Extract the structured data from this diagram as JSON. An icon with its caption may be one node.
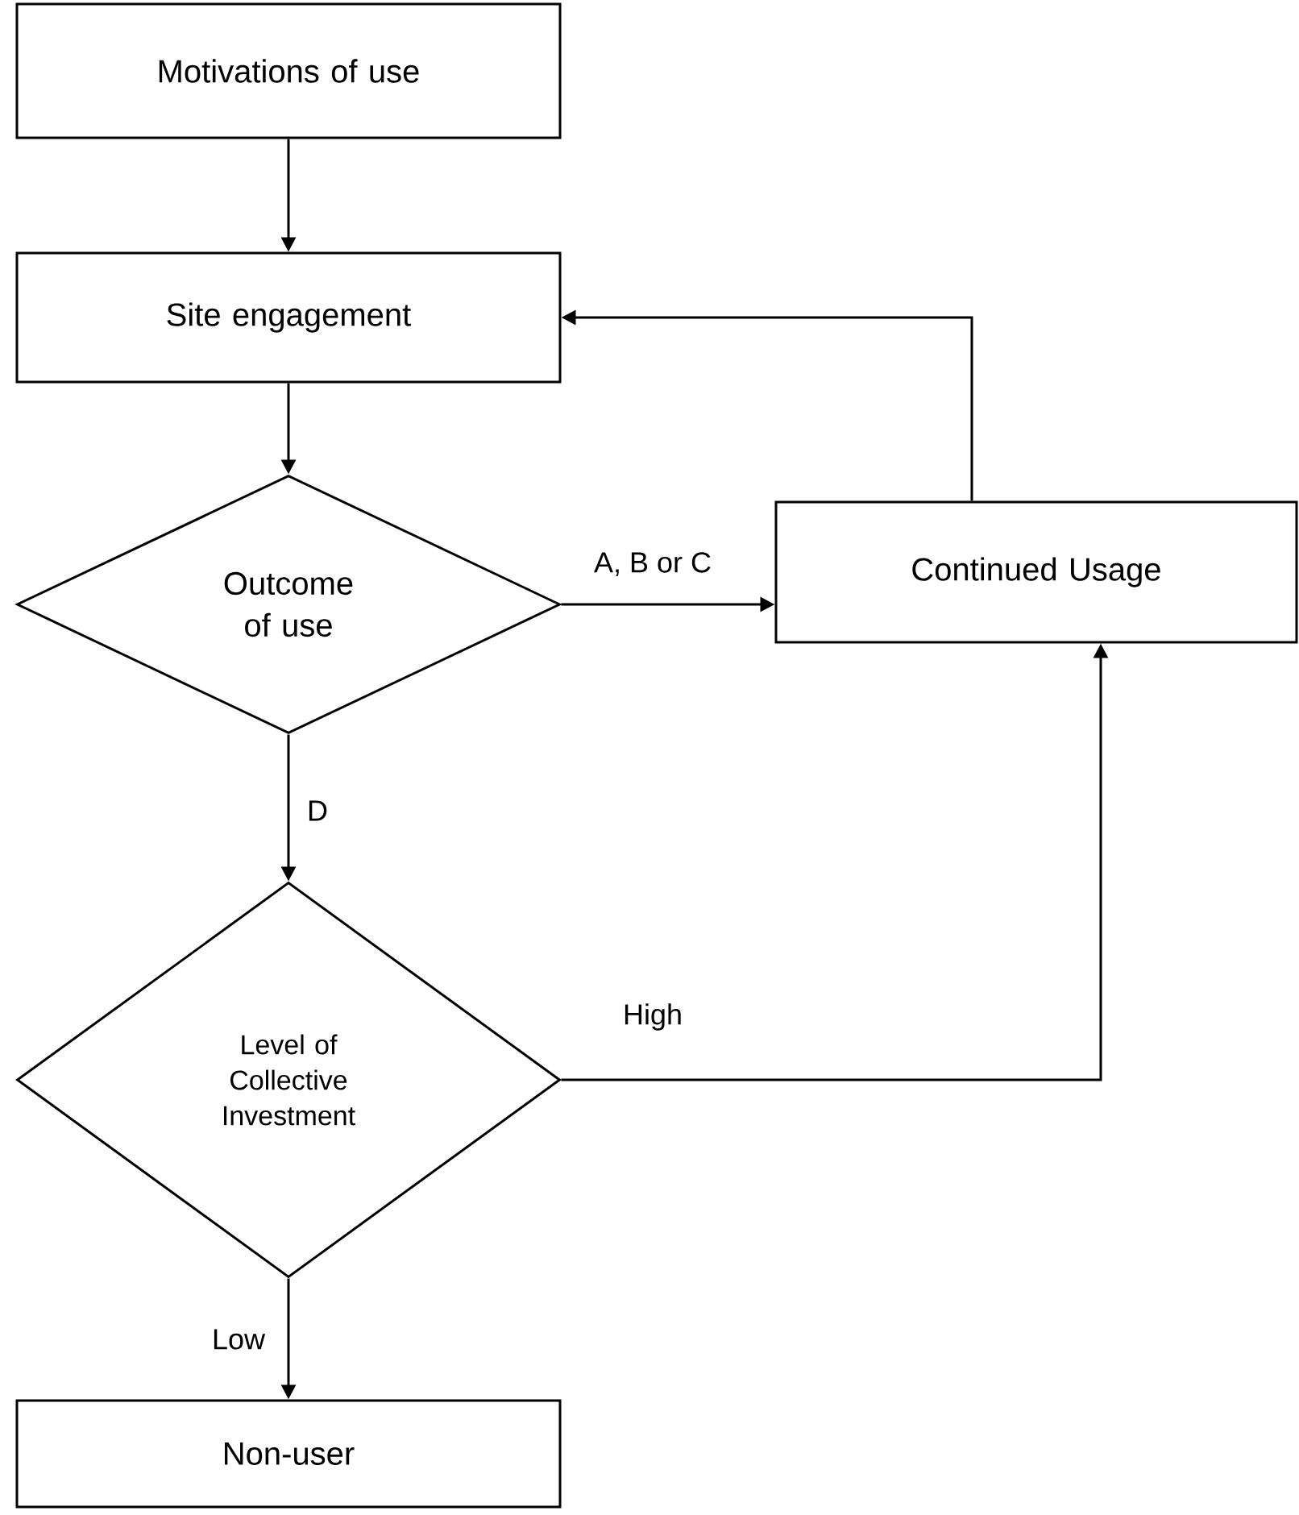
{
  "diagram": {
    "nodes": [
      {
        "text": [
          "Motivations of use"
        ]
      },
      {
        "text": [
          "Site engagement"
        ]
      },
      {
        "text": [
          "Outcome of use"
        ]
      },
      {
        "text": [
          "Continued Usage"
        ]
      },
      {
        "text": [
          "Level of Collective Investment"
        ]
      },
      {
        "text": [
          "Non-user"
        ]
      }
    ],
    "edges": [
      {
        "from": 0,
        "to": 1,
        "arrow": "to"
      },
      {
        "from": 1,
        "to": 2,
        "arrow": "to"
      },
      {
        "from": 2,
        "to": 3,
        "arrow": "to",
        "label": "A, B or C"
      },
      {
        "from": 2,
        "to": 4,
        "arrow": "to",
        "label": "D"
      },
      {
        "from": 4,
        "to": 3,
        "arrow": "to",
        "label": "High"
      },
      {
        "from": 4,
        "to": 5,
        "arrow": "to",
        "label": "Low"
      },
      {
        "from": 3,
        "to": 1,
        "arrow": "to"
      }
    ]
  }
}
